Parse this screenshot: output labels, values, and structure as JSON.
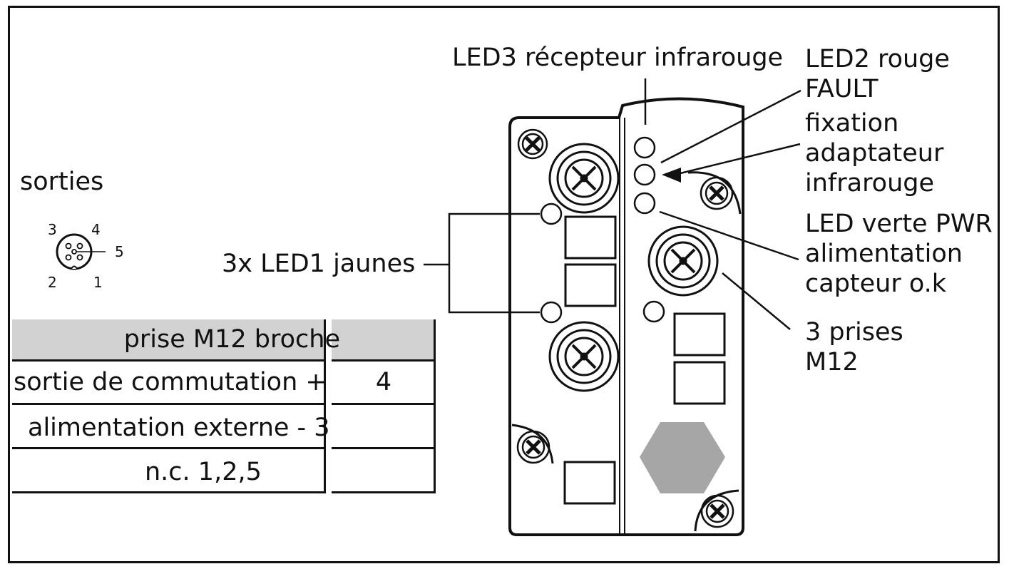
{
  "connector": {
    "title": "sorties",
    "pins": [
      "3",
      "4",
      "5",
      "2",
      "1"
    ]
  },
  "table": {
    "header": "prise M12 broche",
    "rows": [
      {
        "label": "sortie de commutation +",
        "value": "4"
      },
      {
        "label": "alimentation externe - 3",
        "value": ""
      },
      {
        "label": "n.c. 1,2,5",
        "value": ""
      }
    ]
  },
  "callouts": {
    "led3": "LED3 récepteur infrarouge",
    "led2_lines": [
      "LED2 rouge",
      "FAULT"
    ],
    "fixation_lines": [
      "fixation",
      "adaptateur",
      "infrarouge"
    ],
    "led_green_lines": [
      "LED verte PWR",
      "alimentation",
      "capteur o.k"
    ],
    "prises_lines": [
      "3 prises",
      "M12"
    ],
    "led1": "3x LED1 jaunes"
  },
  "colors": {
    "line": "#111111",
    "table_header_bg": "#d2d2d2",
    "hex_fill": "#a6a6a6"
  }
}
